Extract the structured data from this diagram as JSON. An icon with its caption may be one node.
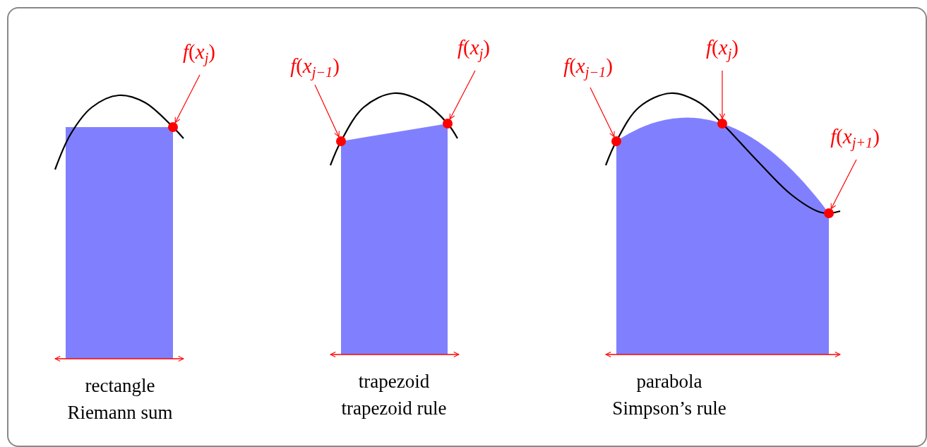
{
  "diagram": {
    "nodes": [
      {
        "text": [
          "*f*(*x*$_{j}$)"
        ]
      },
      {
        "text": [],
        "shape": "circle"
      },
      {
        "text": [
          "*f*(*x*$_{j−1}$)"
        ]
      },
      {
        "text": [
          "*f*(*x*$_{j}$)"
        ]
      },
      {
        "text": [],
        "shape": "circle"
      },
      {
        "text": [],
        "shape": "circle"
      },
      {
        "text": [
          "*f*(*x*$_{j−1}$)"
        ]
      },
      {
        "text": [
          "*f*(*x*$_{j}$)"
        ]
      },
      {
        "text": [
          "*f*(*x*$_{j+1}$)"
        ]
      },
      {
        "text": [],
        "shape": "circle"
      },
      {
        "text": [],
        "shape": "circle"
      },
      {
        "text": [],
        "shape": "circle"
      }
    ],
    "edges": [
      {
        "from": 0,
        "to": 1,
        "arrow": "to"
      },
      {
        "from": 2,
        "to": 4,
        "arrow": "to"
      },
      {
        "from": 3,
        "to": 5,
        "arrow": "to"
      },
      {
        "from": 6,
        "to": 9,
        "arrow": "to"
      },
      {
        "from": 7,
        "to": 10,
        "arrow": "to"
      },
      {
        "from": 8,
        "to": 11,
        "arrow": "to"
      }
    ],
    "labels": [
      "rectangle",
      "Riemann sum",
      "trapezoid",
      "trapezoid rule",
      "parabola",
      "Simpson’s rule"
    ]
  }
}
